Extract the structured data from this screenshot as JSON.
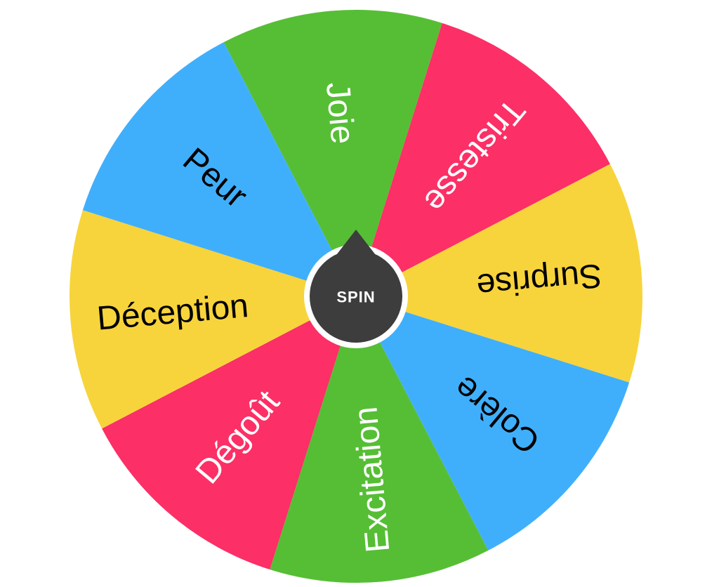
{
  "wheel": {
    "rotation_deg": 85,
    "slices": [
      {
        "label": "Joie",
        "color": "#56BE35",
        "text_color": "#ffffff"
      },
      {
        "label": "Tristesse",
        "color": "#FC2F66",
        "text_color": "#ffffff"
      },
      {
        "label": "Surprise",
        "color": "#F7D43B",
        "text_color": "#000000"
      },
      {
        "label": "Colère",
        "color": "#40AFFB",
        "text_color": "#000000"
      },
      {
        "label": "Excitation",
        "color": "#56BE35",
        "text_color": "#ffffff"
      },
      {
        "label": "Dégoût",
        "color": "#FC2F66",
        "text_color": "#ffffff"
      },
      {
        "label": "Déception",
        "color": "#F7D43B",
        "text_color": "#000000"
      },
      {
        "label": "Peur",
        "color": "#40AFFB",
        "text_color": "#000000"
      }
    ]
  },
  "spin_button": {
    "label": "SPIN",
    "color": "#3D3D3D",
    "text_color": "#ffffff",
    "ring_color": "#ffffff"
  }
}
